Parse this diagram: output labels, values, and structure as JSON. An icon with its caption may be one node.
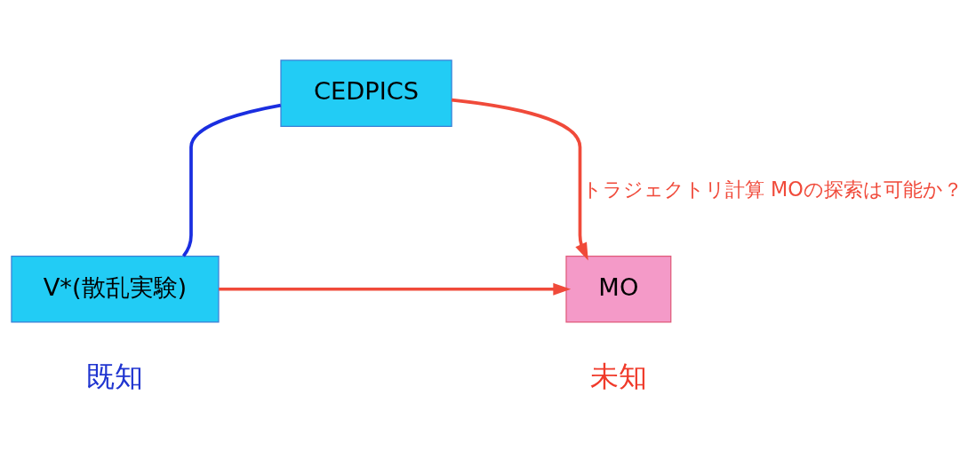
{
  "diagram": {
    "nodes": [
      {
        "text": [
          "CEDPICS"
        ]
      },
      {
        "text": [
          "V*(散乱実験)"
        ],
        "beside": [
          "既知"
        ]
      },
      {
        "text": [
          "MO"
        ],
        "beside": [
          "未知"
        ]
      }
    ],
    "edges": [
      {
        "from": 0,
        "to": 1,
        "arrow": "none",
        "color": "#1a2ee0"
      },
      {
        "from": 0,
        "to": 2,
        "arrow": "to",
        "label": "トラジェクトリ計算 MOの探索は可能か？",
        "color": "#f04a3a"
      },
      {
        "from": 1,
        "to": 2,
        "arrow": "to",
        "color": "#f04a3a"
      }
    ]
  }
}
